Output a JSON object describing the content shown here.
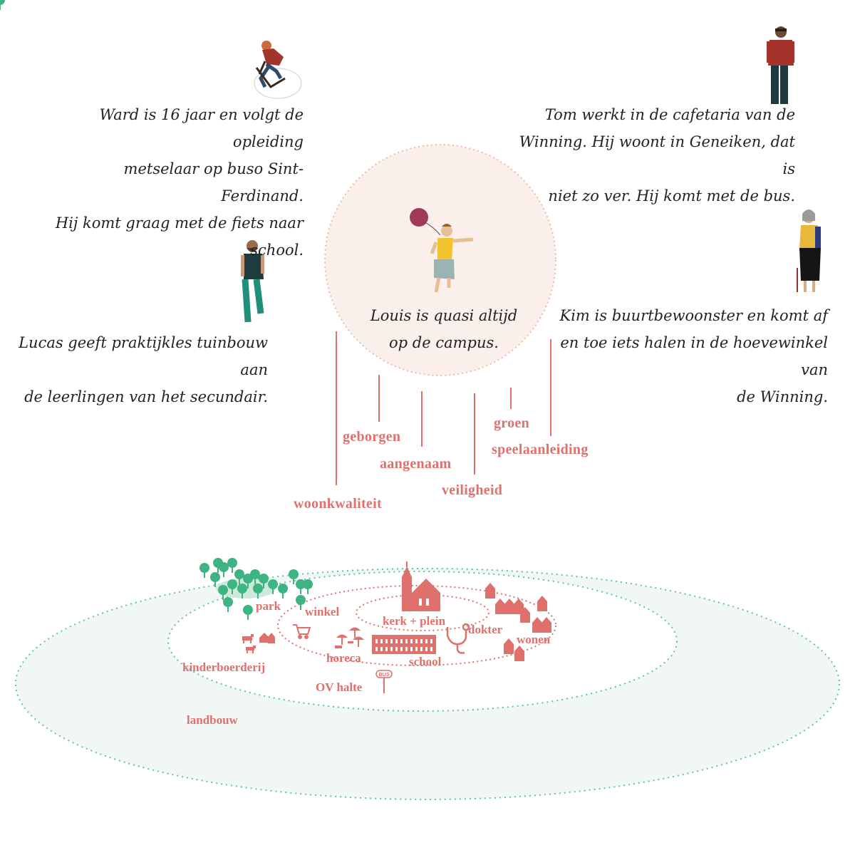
{
  "personas": {
    "ward": {
      "icon": "cyclist-icon",
      "text_lines": [
        "Ward is 16 jaar en volgt de opleiding",
        "metselaar op buso Sint-Ferdinand.",
        "Hij komt graag met de fiets naar",
        "school."
      ]
    },
    "tom": {
      "icon": "standing-man-icon",
      "text_lines": [
        "Tom werkt in de cafetaria van de",
        "Winning. Hij woont in Geneiken, dat is",
        "niet zo ver. Hij komt met de bus."
      ]
    },
    "louis": {
      "icon": "child-with-balloon-icon",
      "text_lines": [
        "Louis is quasi altijd",
        "op de campus."
      ]
    },
    "lucas": {
      "icon": "walking-man-icon",
      "text_lines": [
        "Lucas geeft praktijkles tuinbouw aan",
        "de leerlingen van het secundair."
      ]
    },
    "kim": {
      "icon": "woman-with-cane-icon",
      "text_lines": [
        "Kim is buurtbewoonster en komt af",
        "en toe iets halen in de hoevewinkel van",
        "de Winning."
      ]
    }
  },
  "keywords": [
    "woonkwaliteit",
    "geborgen",
    "aangenaam",
    "veiligheid",
    "groen",
    "speelaanleiding"
  ],
  "map": {
    "labels": {
      "park": "park",
      "winkel": "winkel",
      "kerk": "kerk + plein",
      "dokter": "dokter",
      "wonen": "wonen",
      "horeca": "horeca",
      "school": "school",
      "kinderboerderij": "kinderboerderij",
      "ov_halte": "OV halte",
      "landbouw": "landbouw",
      "bus_sign": "BUS"
    }
  },
  "colors": {
    "accent": "#e0706c",
    "green": "#2aa877",
    "circle_fill": "#fbefeb",
    "field_fill": "#f1f7f4"
  }
}
